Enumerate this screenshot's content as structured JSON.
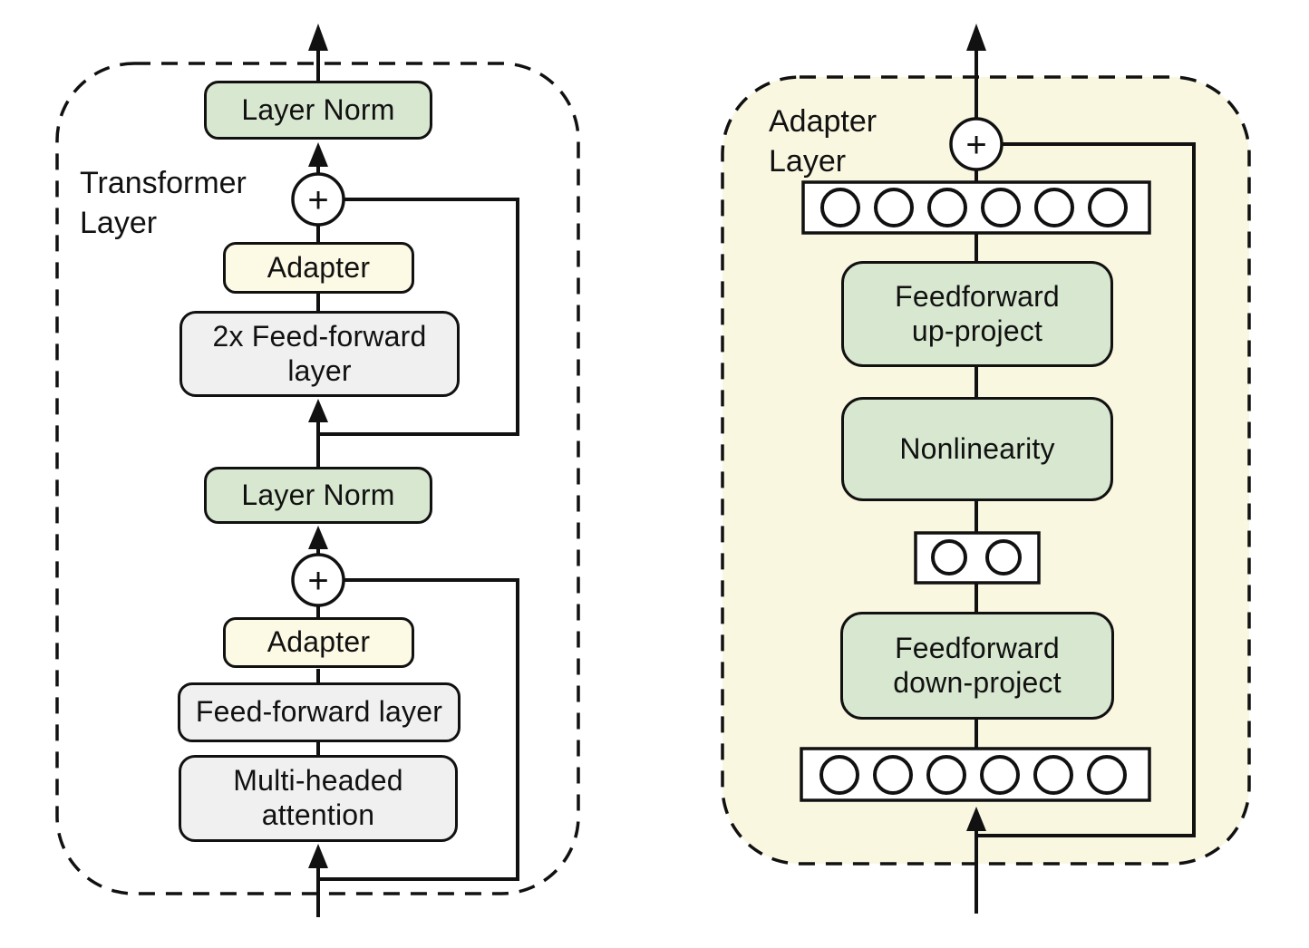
{
  "diagram": {
    "left_panel": {
      "label": "Transformer\nLayer",
      "plus_symbol": "+",
      "nodes": {
        "layer_norm_top": "Layer Norm",
        "adapter_upper": "Adapter",
        "feedforward_2x": "2x Feed-forward\nlayer",
        "layer_norm_mid": "Layer Norm",
        "adapter_lower": "Adapter",
        "feedforward": "Feed-forward layer",
        "multi_head_attention": "Multi-headed\nattention"
      }
    },
    "right_panel": {
      "label": "Adapter\nLayer",
      "plus_symbol": "+",
      "nodes": {
        "feedforward_up": "Feedforward\nup-project",
        "nonlinearity": "Nonlinearity",
        "feedforward_down": "Feedforward\ndown-project"
      }
    },
    "colors": {
      "green": "#d8e7cf",
      "gray": "#f0f0f0",
      "yellow": "#fcf9e4",
      "cream": "#faf7e1",
      "stroke": "#111111"
    }
  }
}
